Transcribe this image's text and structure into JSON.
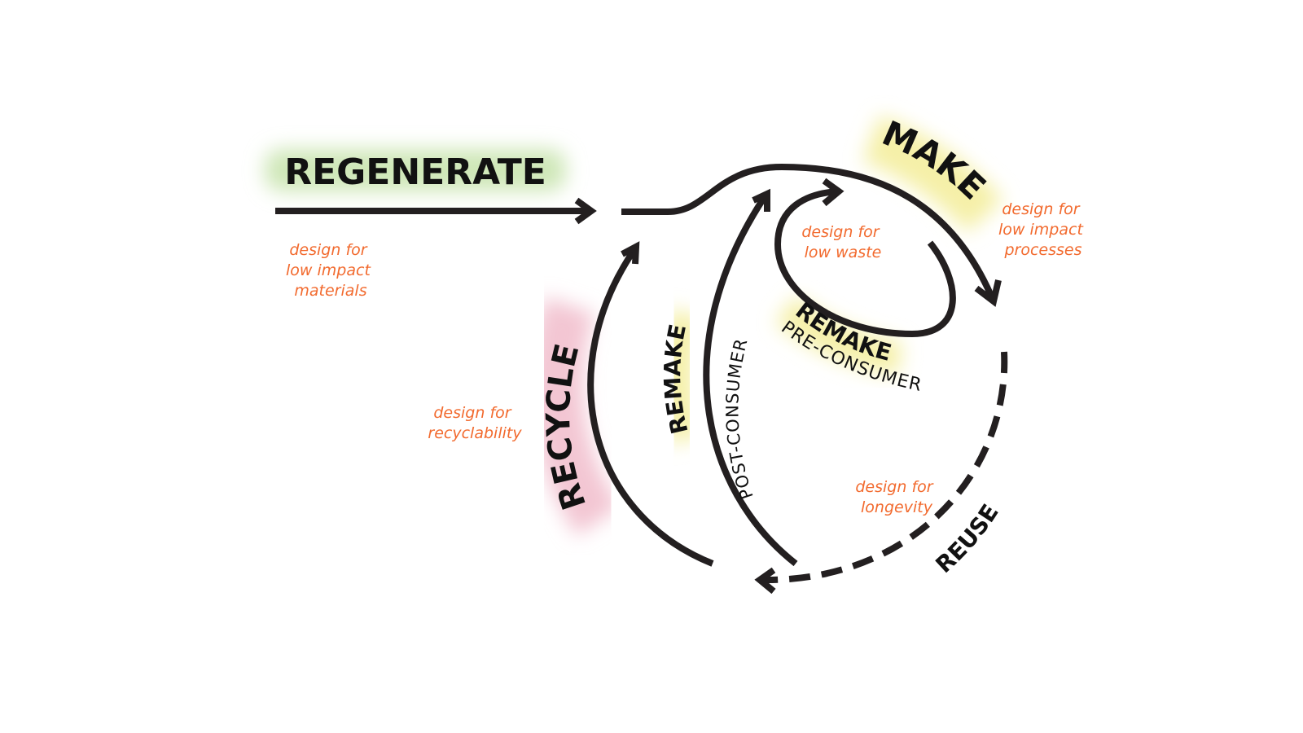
{
  "diagram": {
    "type": "circular-economy-loops",
    "stages": {
      "regenerate": {
        "label": "REGENERATE",
        "highlight": "#cfe7b8"
      },
      "make": {
        "label": "MAKE",
        "highlight": "#f5f0a8"
      },
      "remake_pre": {
        "label": "REMAKE",
        "sublabel": "PRE-CONSUMER",
        "highlight": "#f5f0a8"
      },
      "remake_post": {
        "label": "REMAKE",
        "sublabel": "POST-CONSUMER",
        "highlight": "#f5f0a8"
      },
      "recycle": {
        "label": "RECYCLE",
        "highlight": "#f3c6d3"
      },
      "reuse": {
        "label": "REUSE"
      }
    },
    "notes": {
      "materials": [
        "design for",
        "low impact",
        "materials"
      ],
      "processes": [
        "design for",
        "low impact",
        "processes"
      ],
      "waste": [
        "design for",
        "low waste"
      ],
      "recyclability": [
        "design for",
        "recyclability"
      ],
      "longevity": [
        "design for",
        "longevity"
      ]
    },
    "colors": {
      "arrow": "#231f20",
      "note": "#f26a2e",
      "text": "#111111"
    }
  }
}
